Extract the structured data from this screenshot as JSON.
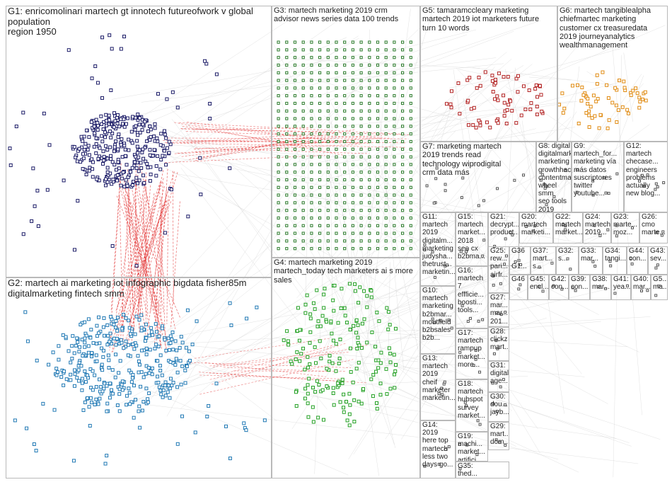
{
  "groups": [
    {
      "id": "G1",
      "label": "G1: enricomolinari martech gt innotech futureofwork v global population\nregion 1950",
      "color": "#1a1a66"
    },
    {
      "id": "G2",
      "label": "G2: martech ai marketing iot infographic bigdata fisher85m\ndigitalmarketing fintech smm",
      "color": "#1f78b4"
    },
    {
      "id": "G3",
      "label": "G3: martech marketing 2019 crm\nadvisor news series data 100 trends",
      "color": "#2a7a2a"
    },
    {
      "id": "G4",
      "label": "G4: martech marketing 2019\nmartech_today tech marketers ai s more\nsales",
      "color": "#22a022"
    },
    {
      "id": "G5",
      "label": "G5: tamaramccleary marketing\nmartech 2019 iot marketers future\nturn 10 words",
      "color": "#b22222"
    },
    {
      "id": "G6",
      "label": "G6: martech tangiblealpha\nchiefmartec marketing\ncustomer cx treasuredata\n2019 journeyanalytics\nwealthmanagement",
      "color": "#e08a10"
    },
    {
      "id": "G7",
      "label": "G7: marketing martech\n2019 trends read\ntechnology wiprodigital\ncrm data más",
      "color": "#c8c800"
    },
    {
      "id": "G8",
      "label": "G8: digital\ndigitalmarketi...\nmarketing\ngrowthhacking\ncontentmark...\nwheel smm\nseo tools 2019",
      "color": "#6a6a6a"
    },
    {
      "id": "G9",
      "label": "G9:  martech_for...\nmarketing vía\nmás datos\nsuscriptores\ntwitter\nyoutube...",
      "color": "#9a4aa0"
    },
    {
      "id": "G12",
      "label": "G12:\nmartech\nchecase...\nengineers\nproblems\nactually\nnew blog...",
      "color": "#444"
    },
    {
      "id": "G11",
      "label": "G11:\nmartech\n2019\ndigitalm...\nmarketing\njudysha...\nthetrust...\nmarketin...",
      "color": "#444"
    },
    {
      "id": "G15",
      "label": "G15:\nmartech\nmarket...\n2018\nseo cx\nb2bma...",
      "color": "#444"
    },
    {
      "id": "G21",
      "label": "G21:\ndecrypt...\nproduct...",
      "color": "#444"
    },
    {
      "id": "G20",
      "label": "G20:\nmartech\nmarketi...",
      "color": "#444"
    },
    {
      "id": "G22",
      "label": "G22:\nmartech\nmarket...",
      "color": "#444"
    },
    {
      "id": "G24",
      "label": "G24:\nmartech\n2019...",
      "color": "#444"
    },
    {
      "id": "G23",
      "label": "G23:\nmarte...\nmoz...",
      "color": "#444"
    },
    {
      "id": "G26",
      "label": "G26:\ncmo\nmarte...",
      "color": "#444"
    },
    {
      "id": "G10",
      "label": "G10:\nmartech\nmarketing\nb2bmar...\nmoutfield\nb2bsales\nb2b...",
      "color": "#444"
    },
    {
      "id": "G16",
      "label": "G16:\nmartech\n7\neffficie...\nboosti...\ntools...",
      "color": "#444"
    },
    {
      "id": "G25",
      "label": "G25:\nrew...\npari...\nairfr...",
      "color": "#444"
    },
    {
      "id": "G27",
      "label": "G27:\nmar...\nmar...\n201...",
      "color": "#444"
    },
    {
      "id": "G17",
      "label": "G17:\nmartech\nrampup\nmarket...\nmore...",
      "color": "#444"
    },
    {
      "id": "G28",
      "label": "G28:\nclickz\nmart...",
      "color": "#444"
    },
    {
      "id": "G13",
      "label": "G13:\nmartech\n2019\ncheif\nmarketer\nmarketin...",
      "color": "#444"
    },
    {
      "id": "G31",
      "label": "G31:\ndigital\nage...",
      "color": "#444"
    },
    {
      "id": "G18",
      "label": "G18:\nmartech\nhubspot\nsurvey\nmarket...",
      "color": "#444"
    },
    {
      "id": "G30",
      "label": "G30:\ndou...\njayb...",
      "color": "#444"
    },
    {
      "id": "G29",
      "label": "G29:\nmart...\ndom...",
      "color": "#444"
    },
    {
      "id": "G14",
      "label": "G14:\n2019\nhere top\nmartech\nless two\ndays go...",
      "color": "#444"
    },
    {
      "id": "G19",
      "label": "G19:\nmachi...\nmarket...\nartifici...",
      "color": "#444"
    },
    {
      "id": "G35",
      "label": "G35:\nthed...",
      "color": "#444"
    },
    {
      "id": "G36",
      "label": "G36\n\nG1...",
      "color": "#444"
    },
    {
      "id": "G37",
      "label": "G37:\nmart...\ns...",
      "color": "#444"
    },
    {
      "id": "G32",
      "label": "G32:\ns...",
      "color": "#444"
    },
    {
      "id": "G33",
      "label": "G33:\nmar...",
      "color": "#444"
    },
    {
      "id": "G34",
      "label": "G34:\ntangi...",
      "color": "#444"
    },
    {
      "id": "G44",
      "label": "G44:\ncon...",
      "color": "#444"
    },
    {
      "id": "G43",
      "label": "G43:\nsev...",
      "color": "#444"
    },
    {
      "id": "G46",
      "label": "G46",
      "color": "#444"
    },
    {
      "id": "G45",
      "label": "G45:\nencl...",
      "color": "#444"
    },
    {
      "id": "G42",
      "label": "G42:\ncon...",
      "color": "#444"
    },
    {
      "id": "G39",
      "label": "G39:\ncon...",
      "color": "#444"
    },
    {
      "id": "G38",
      "label": "G38:\nmar...",
      "color": "#444"
    },
    {
      "id": "G41",
      "label": "G41:\nyea...",
      "color": "#444"
    },
    {
      "id": "G40",
      "label": "G40:\nmar...",
      "color": "#444"
    },
    {
      "id": "G5b",
      "label": "G5...\nma...",
      "color": "#444"
    }
  ]
}
